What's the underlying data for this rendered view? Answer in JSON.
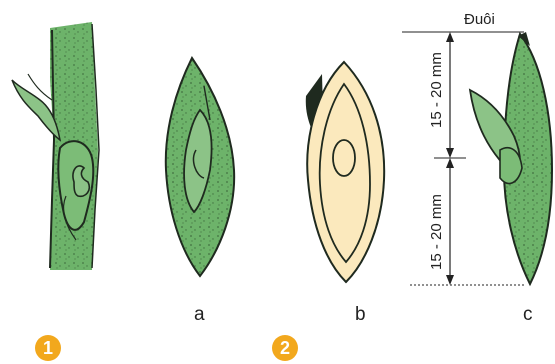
{
  "figure": {
    "panel_labels": [
      "a",
      "b",
      "c"
    ],
    "step_badges": [
      "1",
      "2"
    ],
    "tail_label": "Đuôi",
    "dimension_upper": "15 - 20 mm",
    "dimension_lower": "15 - 20 mm"
  },
  "colors": {
    "leaf_green": "#6db36a",
    "leaf_dark": "#2e6b2e",
    "outline": "#1f2a1f",
    "speckle": "#1d3a1d",
    "section_fill": "#fbe9bd",
    "badge": "#f2a81d",
    "dim_line": "#222222"
  },
  "icons": {
    "badge_shape": "filled-circle"
  }
}
